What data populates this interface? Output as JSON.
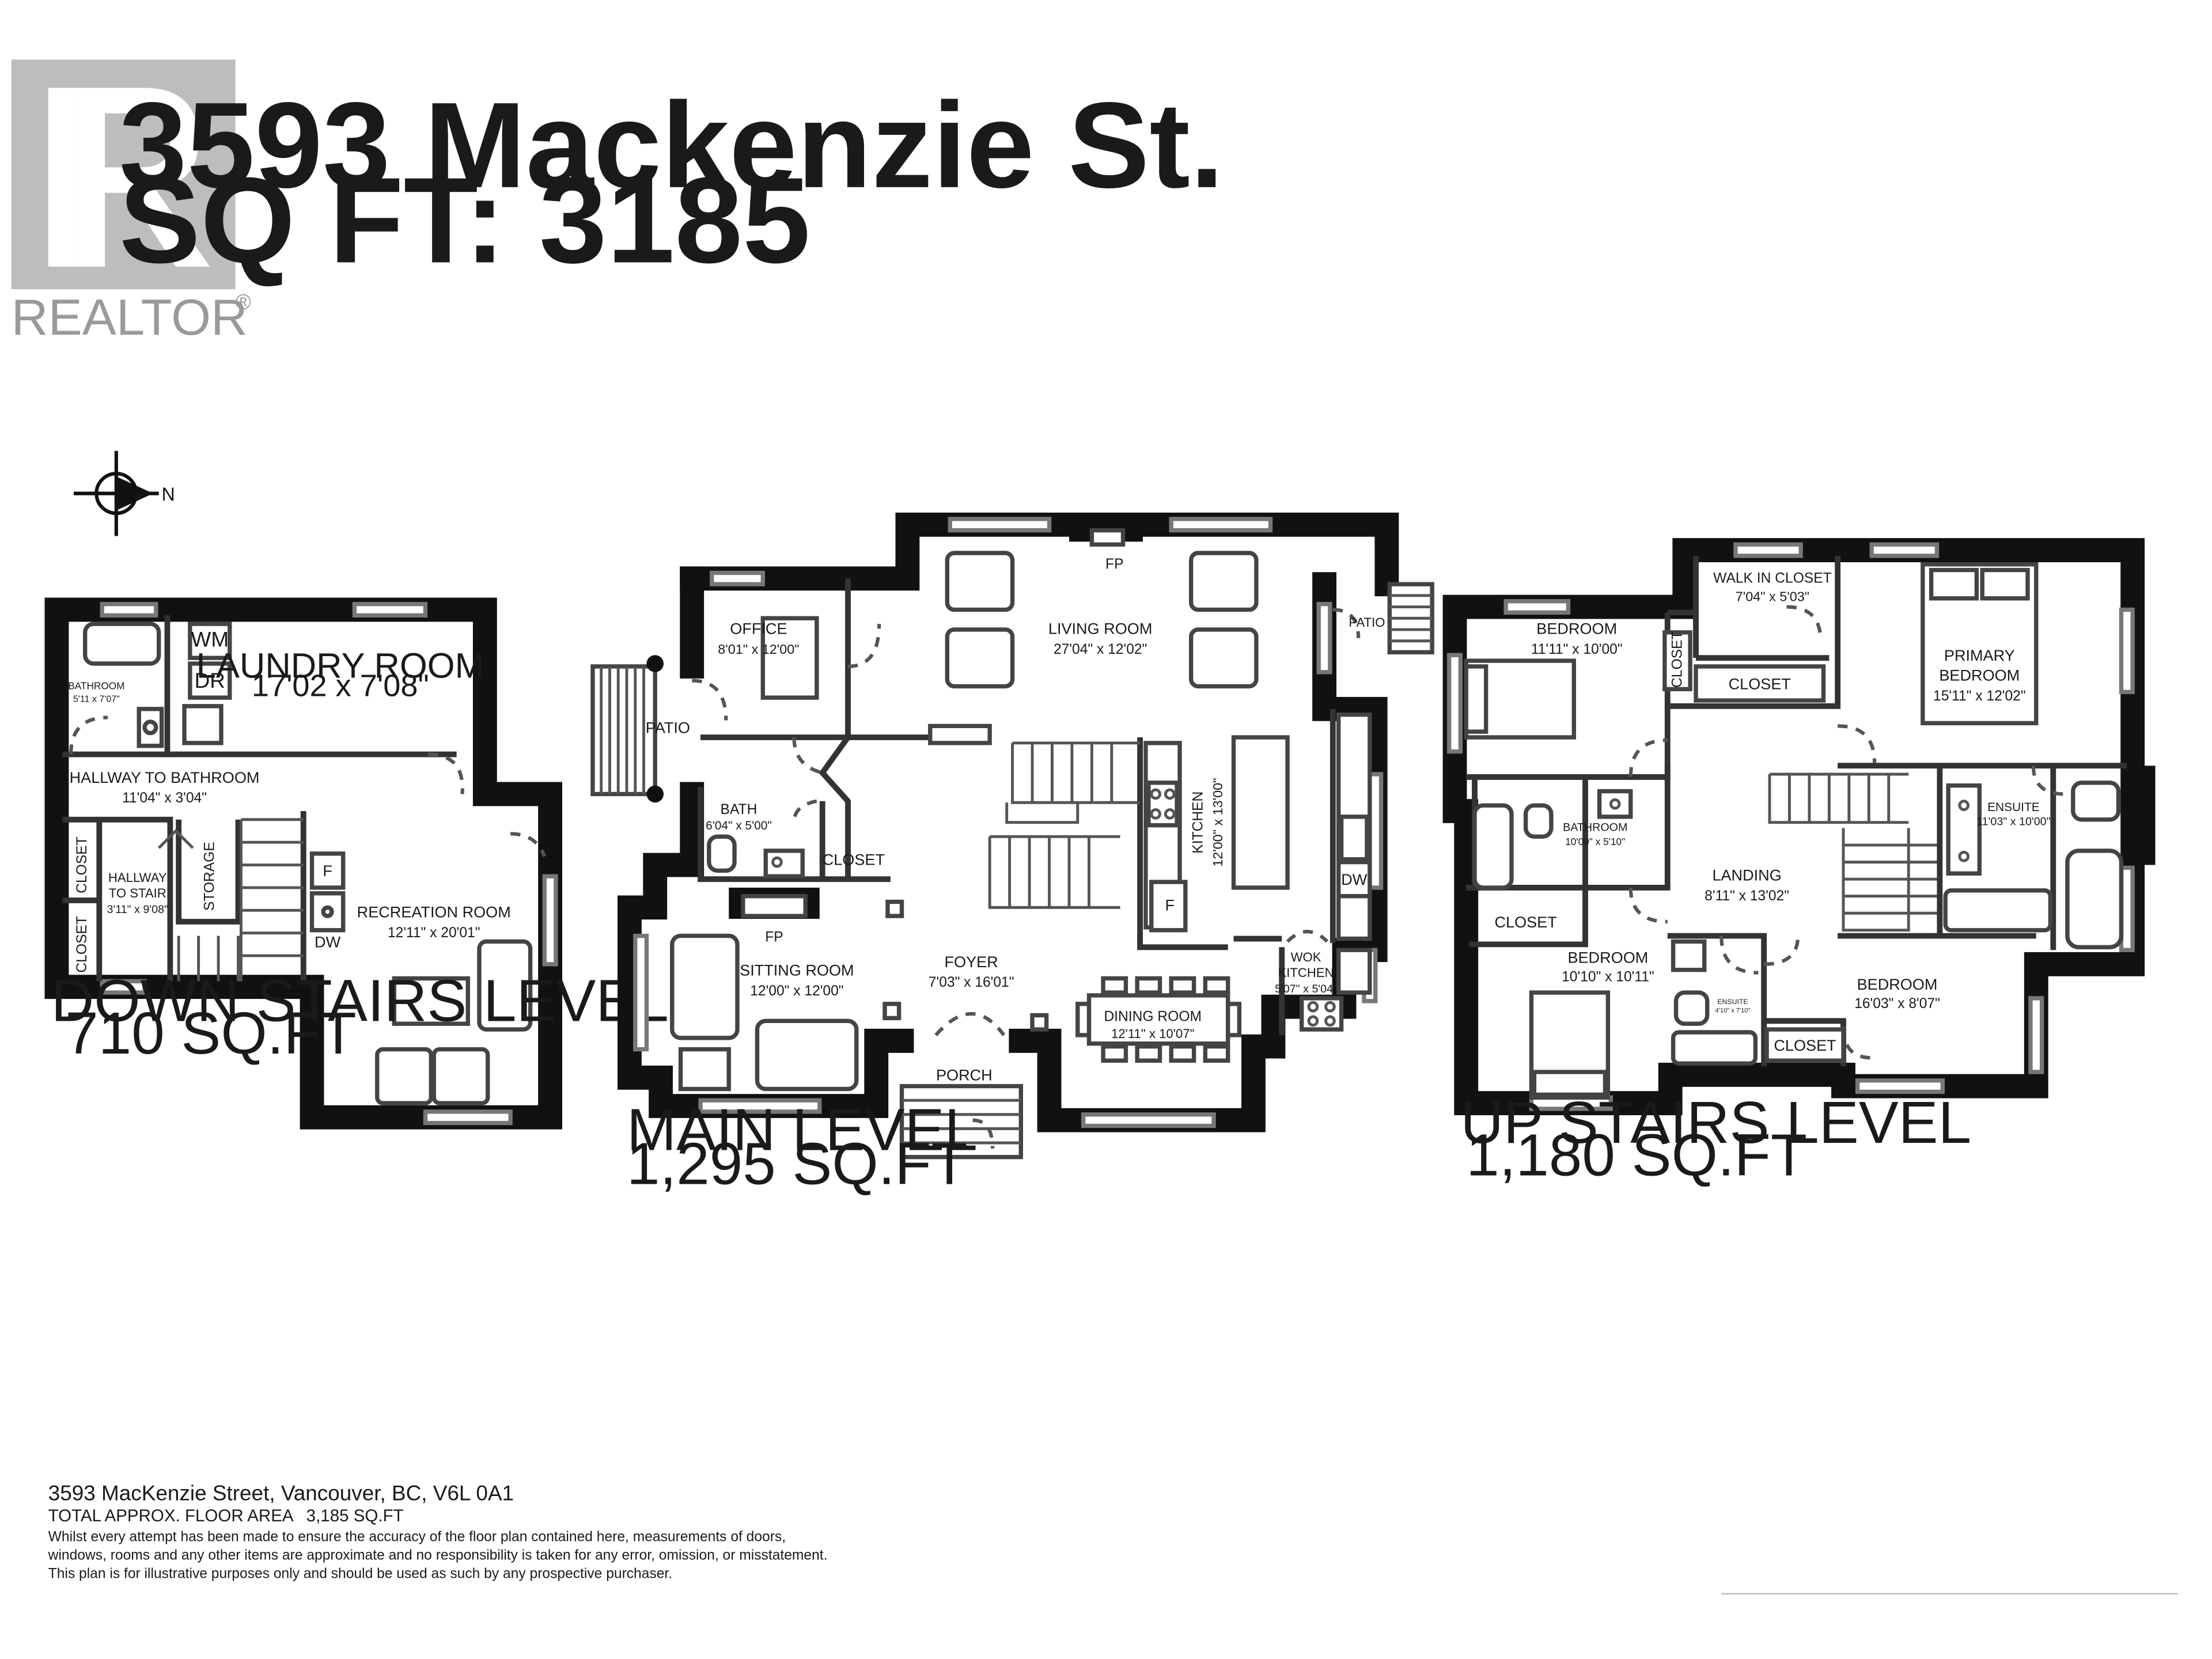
{
  "logo": {
    "brand": "REALTOR",
    "mark": "®"
  },
  "header": {
    "address": "3593 Mackenzie St.",
    "sqft": "SQ FT: 3185"
  },
  "compass": {
    "north_label": "N"
  },
  "levels": {
    "down": {
      "name": "DOWN STAIRS LEVEL",
      "area": "710 SQ.FT",
      "rooms": {
        "laundry": {
          "name": "LAUNDRY ROOM",
          "dims": "17'02 x 7'08\""
        },
        "bathroom": {
          "name": "BATHROOM",
          "dims": "5'11 x 7'07\""
        },
        "hallway_bath": {
          "name": "HALLWAY TO BATHROOM",
          "dims": "11'04\" x 3'04\""
        },
        "hallway_stair": {
          "name1": "HALLWAY",
          "name2": "TO STAIR",
          "dims": "3'11\" x 9'08\""
        },
        "recreation": {
          "name": "RECREATION ROOM",
          "dims": "12'11\" x 20'01\""
        }
      },
      "labels": {
        "closet": "CLOSET",
        "storage": "STORAGE",
        "wm": "WM",
        "dr": "DR",
        "f": "F",
        "dw": "DW"
      }
    },
    "main": {
      "name": "MAIN LEVEL",
      "area": "1,295 SQ.FT",
      "rooms": {
        "office": {
          "name": "OFFICE",
          "dims": "8'01\" x 12'00\""
        },
        "living": {
          "name": "LIVING ROOM",
          "dims": "27'04\" x 12'02\""
        },
        "kitchen": {
          "name": "KITCHEN",
          "dims": "12'00\" x 13'00\""
        },
        "bath": {
          "name": "BATH",
          "dims": "6'04\" x 5'00\""
        },
        "sitting": {
          "name": "SITTING ROOM",
          "dims": "12'00\" x 12'00\""
        },
        "foyer": {
          "name": "FOYER",
          "dims": "7'03\" x 16'01\""
        },
        "dining": {
          "name": "DINING ROOM",
          "dims": "12'11\" x 10'07\""
        },
        "wok": {
          "name1": "WOK",
          "name2": "KITCHEN",
          "dims": "5'07\" x 5'04\""
        }
      },
      "labels": {
        "patio_west": "PATIO",
        "patio_east": "PATIO",
        "fp_living": "FP",
        "fp_sitting": "FP",
        "closet": "CLOSET",
        "porch": "PORCH",
        "f": "F",
        "dw": "DW"
      }
    },
    "up": {
      "name": "UP STAIRS LEVEL",
      "area": "1,180 SQ.FT",
      "rooms": {
        "bedroom1": {
          "name": "BEDROOM",
          "dims": "11'11\" x 10'00\""
        },
        "walkin": {
          "name": "WALK IN CLOSET",
          "dims": "7'04\" x 5'03\""
        },
        "primary": {
          "name1": "PRIMARY",
          "name2": "BEDROOM",
          "dims": "15'11\" x 12'02\""
        },
        "bathroom": {
          "name": "BATHROOM",
          "dims": "10'09\" x 5'10\""
        },
        "ensuite": {
          "name": "ENSUITE",
          "dims": "11'03\" x 10'00\""
        },
        "landing": {
          "name": "LANDING",
          "dims": "8'11\" x 13'02\""
        },
        "bedroom2": {
          "name": "BEDROOM",
          "dims": "10'10\" x 10'11\""
        },
        "bedroom3": {
          "name": "BEDROOM",
          "dims": "16'03\" x 8'07\""
        },
        "ensuite_small": {
          "name": "ENSUITE",
          "dims": "4'10\" x 7'10\""
        }
      },
      "labels": {
        "closet_a": "CLOSET",
        "closet_b": "CLOSET",
        "closet_c": "CLOSET",
        "closet_d": "CLOSET"
      }
    }
  },
  "footer": {
    "address": "3593 MacKenzie Street, Vancouver, BC, V6L 0A1",
    "total_label": "TOTAL APPROX. FLOOR AREA",
    "total_value": "3,185 SQ.FT",
    "disclaimer1": "Whilst every attempt has been made to ensure the accuracy of the floor plan contained here, measurements of doors,",
    "disclaimer2": "windows, rooms and any other items are approximate and no responsibility is taken for any error, omission, or misstatement.",
    "disclaimer3": "This plan is for illustrative purposes only and should be used as such by any prospective purchaser."
  }
}
